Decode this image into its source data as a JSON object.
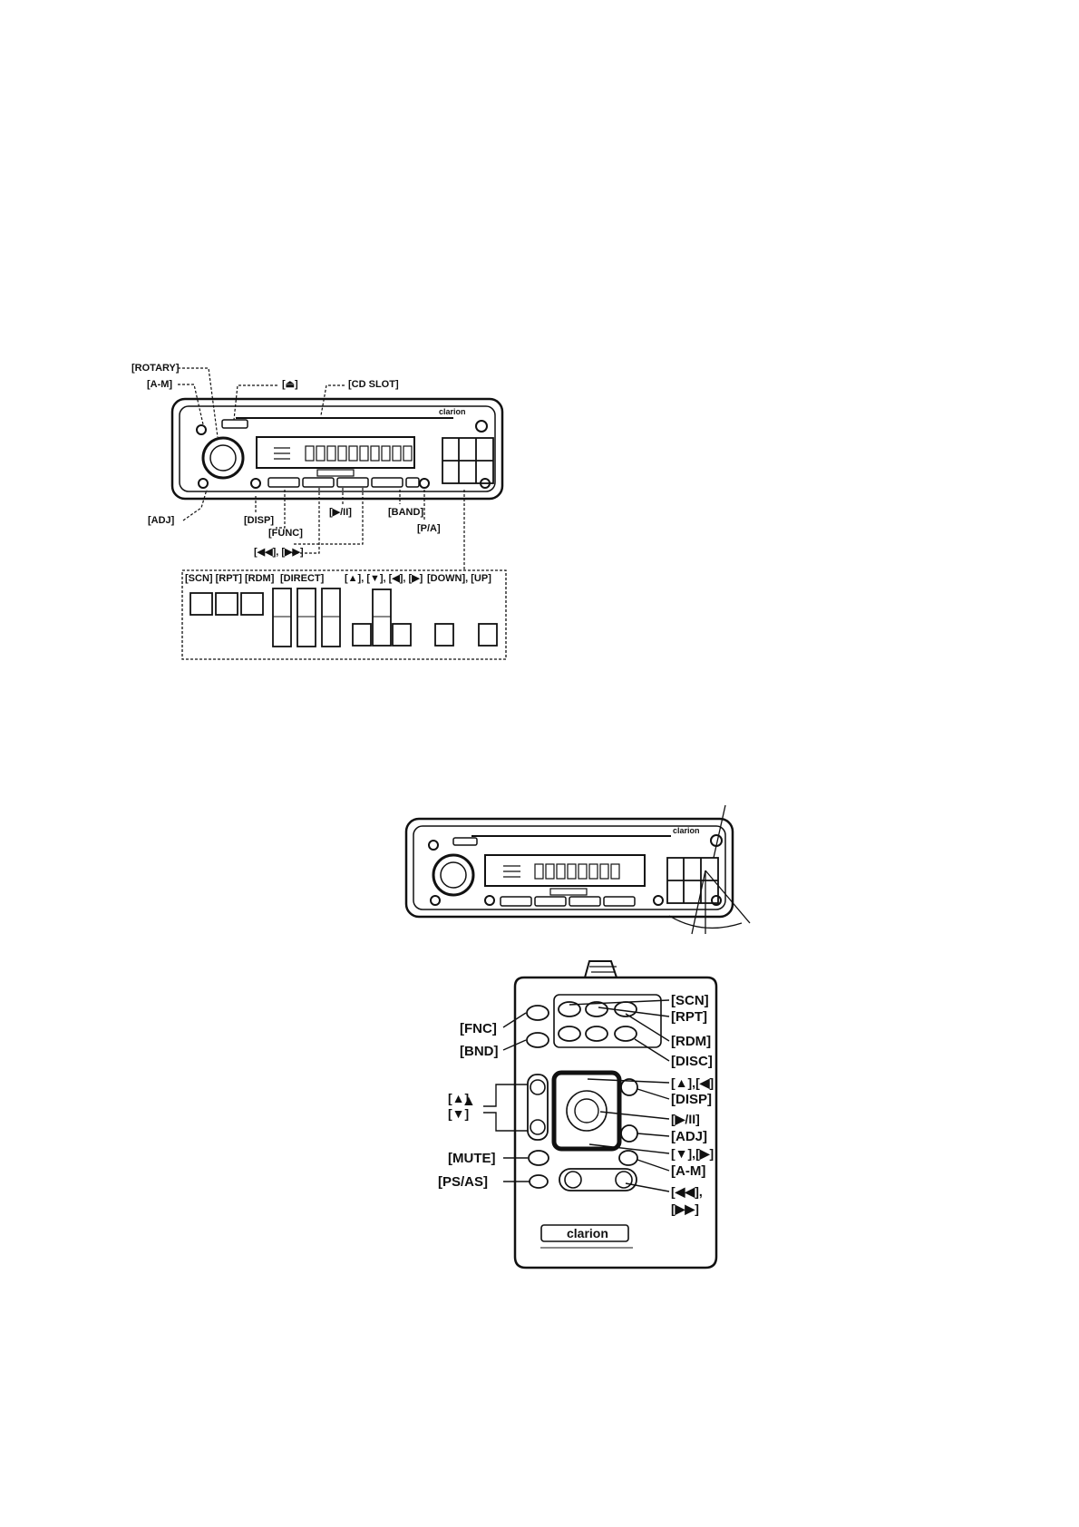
{
  "brand": "clarion",
  "main_unit_diagram": {
    "labels": {
      "rotary": "[ROTARY]",
      "am": "[A-M]",
      "eject": "[⏏]",
      "cd_slot": "[CD SLOT]",
      "adj": "[ADJ]",
      "disp": "[DISP]",
      "func": "[FUNC]",
      "play_pause": "[▶/II]",
      "track": "[◀◀], [▶▶]",
      "band": "[BAND]",
      "pa": "[P/A]"
    },
    "panel_labels": {
      "scn_rpt_rdm": "[SCN] [RPT] [RDM]",
      "direct": "[DIRECT]",
      "arrows": "[▲], [▼], [◀], [▶]",
      "down_up": "[DOWN], [UP]"
    }
  },
  "remote_diagram": {
    "labels": {
      "scn": "[SCN]",
      "rpt": "[RPT]",
      "rdm": "[RDM]",
      "disc": "[DISC]",
      "up_left": "[▲],[◀]",
      "disp": "[DISP]",
      "play_pause": "[▶/II]",
      "adj": "[ADJ]",
      "down_right": "[▼],[▶]",
      "am": "[A-M]",
      "prev": "[◀◀],",
      "next": "[▶▶]",
      "fnc": "[FNC]",
      "bnd": "[BND]",
      "up_arrow": "[▲]",
      "down_arrow": "[▼]",
      "mute": "[MUTE]",
      "psas": "[PS/AS]"
    }
  },
  "colors": {
    "ink": "#111111",
    "background": "#ffffff"
  }
}
